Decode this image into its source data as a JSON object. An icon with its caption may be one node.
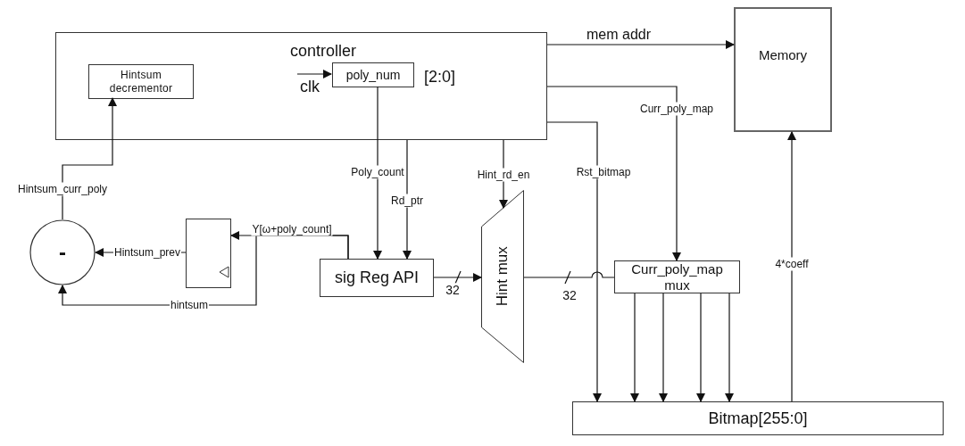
{
  "diagram": {
    "nodes": [
      {
        "text": [
          "controller"
        ]
      },
      {
        "text": [
          "Hintsum decrementor"
        ],
        "in": 0
      },
      {
        "text": [
          "poly_num"
        ],
        "in": 0,
        "beside": [
          "[2:0]"
        ]
      },
      {
        "text": [
          "Memory"
        ]
      },
      {
        "text": [
          "-"
        ]
      },
      {
        "text": [],
        "shape": "box"
      },
      {
        "text": [
          "sig Reg API"
        ]
      },
      {
        "text": [
          "Hint mux"
        ]
      },
      {
        "text": [
          "Curr_poly_map mux"
        ]
      },
      {
        "text": [
          "Bitmap[255:0]"
        ]
      }
    ],
    "edges": [
      {
        "from": null,
        "to": 2,
        "arrow": "to",
        "label": "clk"
      },
      {
        "from": 0,
        "to": 3,
        "arrow": "to",
        "label": "mem addr"
      },
      {
        "from": 0,
        "to": 8,
        "arrow": "to",
        "label": "Curr_poly_map"
      },
      {
        "from": 0,
        "to": 9,
        "arrow": "to",
        "label": "Rst_bitmap"
      },
      {
        "from": 0,
        "to": 7,
        "arrow": "to",
        "label": "Hint_rd_en"
      },
      {
        "from": 2,
        "to": 6,
        "arrow": "to",
        "label": "Poly_count"
      },
      {
        "from": 0,
        "to": 6,
        "arrow": "to",
        "label": "Rd_ptr"
      },
      {
        "from": 6,
        "to": 7,
        "arrow": "to",
        "label": "32"
      },
      {
        "from": 7,
        "to": 8,
        "arrow": "none",
        "label": "32"
      },
      {
        "from": 8,
        "to": 9,
        "arrow": "to"
      },
      {
        "from": 8,
        "to": 9,
        "arrow": "to"
      },
      {
        "from": 8,
        "to": 9,
        "arrow": "to"
      },
      {
        "from": 8,
        "to": 9,
        "arrow": "to"
      },
      {
        "from": 9,
        "to": 3,
        "arrow": "to",
        "label": "4*coeff"
      },
      {
        "from": 6,
        "to": 5,
        "arrow": "to",
        "label": "Y[ω+poly_count]"
      },
      {
        "from": 6,
        "to": 4,
        "arrow": "to",
        "label": "hintsum"
      },
      {
        "from": 5,
        "to": 4,
        "arrow": "to",
        "label": "Hintsum_prev"
      },
      {
        "from": 4,
        "to": 1,
        "arrow": "to",
        "label": "Hintsum_curr_poly"
      }
    ]
  }
}
